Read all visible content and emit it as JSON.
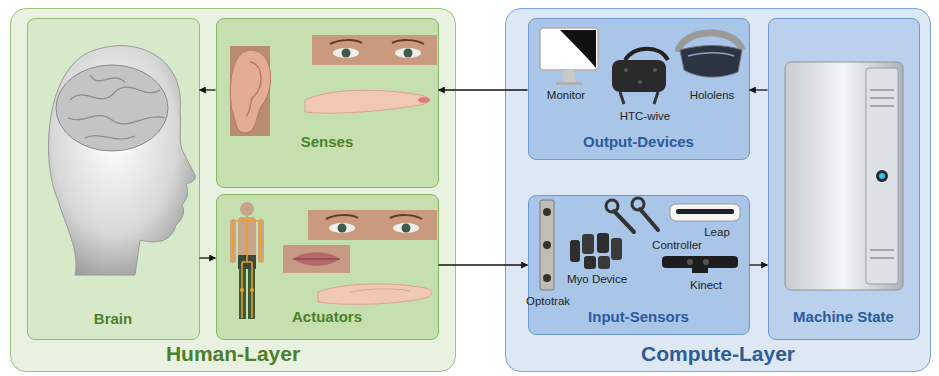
{
  "diagram": {
    "nodes": [
      {
        "text": [
          "Human-Layer"
        ]
      },
      {
        "text": [
          "Brain"
        ],
        "in": 0
      },
      {
        "text": [
          "Senses"
        ],
        "in": 0
      },
      {
        "text": [
          "Actuators"
        ],
        "in": 0
      },
      {
        "text": [
          "Compute-Layer"
        ]
      },
      {
        "text": [
          "Output-Devices"
        ],
        "in": 4
      },
      {
        "text": [
          "Input-Sensors"
        ],
        "in": 4
      },
      {
        "text": [
          "Machine State"
        ],
        "in": 4
      }
    ],
    "edges": [
      {
        "from": 7,
        "to": 5,
        "arrow": "to"
      },
      {
        "from": 5,
        "to": 2,
        "arrow": "to"
      },
      {
        "from": 2,
        "to": 1,
        "arrow": "to"
      },
      {
        "from": 1,
        "to": 3,
        "arrow": "to"
      },
      {
        "from": 3,
        "to": 6,
        "arrow": "to"
      },
      {
        "from": 6,
        "to": 7,
        "arrow": "to"
      }
    ],
    "labels": [
      "Monitor",
      "HTC-wive",
      "Hololens",
      "Controller",
      "Leap",
      "Optotrak",
      "Myo Device",
      "Kinect"
    ]
  }
}
